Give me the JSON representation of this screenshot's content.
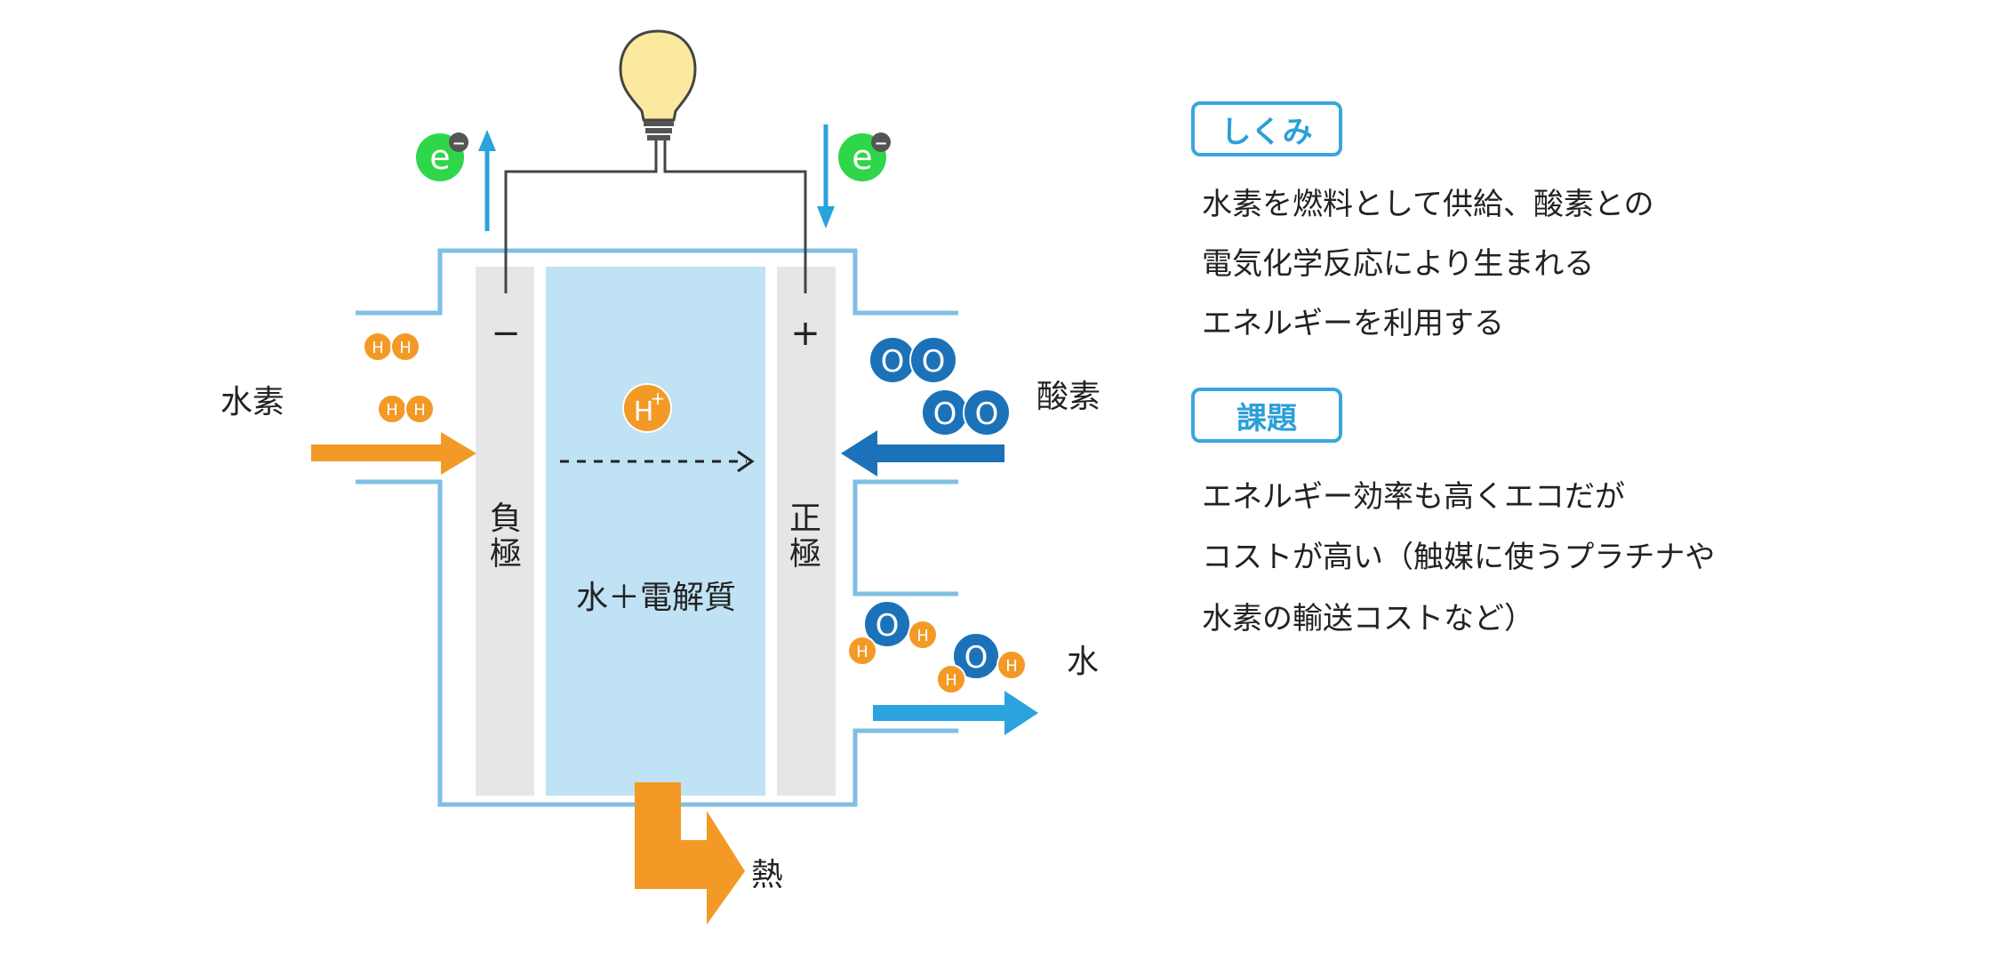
{
  "diagram": {
    "electron_symbol": "e",
    "electron_charge": "−",
    "minus_sign": "−",
    "plus_sign": "+",
    "negative_electrode": [
      "負",
      "極"
    ],
    "positive_electrode": [
      "正",
      "極"
    ],
    "electrolyte": "水＋電解質",
    "hydrogen_label": "水素",
    "oxygen_label": "酸素",
    "water_label": "水",
    "heat_label": "熱",
    "atom_h": "H",
    "atom_o": "O",
    "proton": "H",
    "proton_charge": "+"
  },
  "panel": {
    "mechanism": {
      "title": "しくみ",
      "lines": [
        "水素を燃料として供給、酸素との",
        "電気化学反応により生まれる",
        "エネルギーを利用する"
      ]
    },
    "issues": {
      "title": "課題",
      "lines": [
        "エネルギー効率も高くエコだが",
        "コストが高い（触媒に使うプラチナや",
        "水素の輸送コストなど）"
      ]
    }
  },
  "colors": {
    "hydrogen": "#f39a26",
    "oxygen": "#1c72b8",
    "electron": "#2fd64a",
    "cell_border": "#7fbfe3",
    "electrolyte": "#bfe2f4",
    "electrode": "#e6e6e6",
    "water_arrow": "#2aa3de",
    "bulb": "#fbe9a0"
  }
}
